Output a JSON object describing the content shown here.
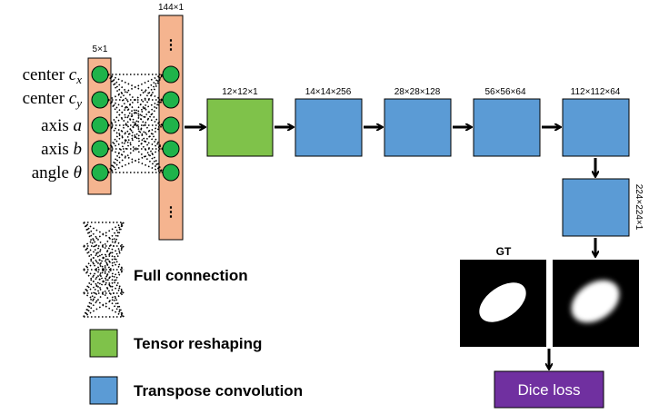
{
  "colors": {
    "fc_column": "#f5b48f",
    "neuron": "#1fb34a",
    "reshape": "#7fc24a",
    "transpose_conv": "#5b9bd5",
    "dice_box": "#7030a0",
    "arrow": "#000000"
  },
  "input_column": {
    "size_label": "5×1",
    "params": [
      {
        "word": "center",
        "symbol": "c",
        "subscript": "x"
      },
      {
        "word": "center",
        "symbol": "c",
        "subscript": "y"
      },
      {
        "word": "axis",
        "symbol": "a",
        "subscript": ""
      },
      {
        "word": "axis",
        "symbol": "b",
        "subscript": ""
      },
      {
        "word": "angle",
        "symbol": "θ",
        "subscript": ""
      }
    ]
  },
  "hidden_column": {
    "size_label": "144×1",
    "ellipsis": "⋮"
  },
  "blocks": [
    {
      "label": "12×12×1",
      "kind": "reshape"
    },
    {
      "label": "14×14×256",
      "kind": "transpose_conv"
    },
    {
      "label": "28×28×128",
      "kind": "transpose_conv"
    },
    {
      "label": "56×56×64",
      "kind": "transpose_conv"
    },
    {
      "label": "112×112×64",
      "kind": "transpose_conv"
    },
    {
      "label": "224×224×1",
      "kind": "transpose_conv"
    }
  ],
  "images": {
    "gt_label": "GT"
  },
  "loss": {
    "label": "Dice loss"
  },
  "legend": {
    "full_connection": "Full connection",
    "tensor_reshaping": "Tensor reshaping",
    "transpose_convolution": "Transpose convolution"
  }
}
